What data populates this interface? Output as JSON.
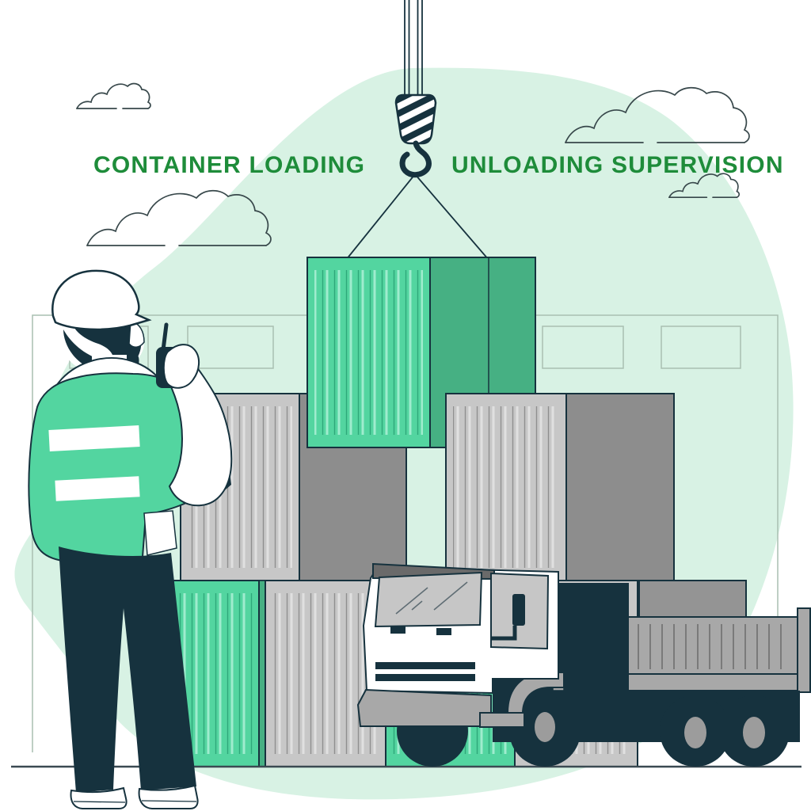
{
  "title": {
    "left": "CONTAINER LOADING",
    "right": "UNLOADING SUPERVISION"
  },
  "palette": {
    "bg": "#ffffff",
    "blob": "#d8f2e4",
    "title": "#1e8c3a",
    "ink": "#16323e",
    "green_bright": "#53d5a0",
    "green_dark": "#46b083",
    "gray_light": "#c7c7c7",
    "gray_mid": "#8d8d8d",
    "gray_bed": "#a8a8a8",
    "gray_box": "#949494",
    "gray_window": "#c6c6c6",
    "wall_line": "#a9bfb1"
  },
  "scene": {
    "type": "flat vector illustration",
    "subject": "container loading and unloading supervision at a freight yard",
    "background_blob": "large light-green organic shape",
    "clouds": [
      "small cloud top-left",
      "large cloud left",
      "large cloud top-right",
      "small cloud right"
    ],
    "building": "outlined warehouse wall with four outlined windows",
    "crane": {
      "cables": "four vertical cables from top edge",
      "hook_block": "white pulley block with diagonal black stripes",
      "hook": "dark crane hook",
      "slings": "two cables down to lifted container"
    },
    "containers": {
      "hanging": "green container lifted by crane hook",
      "middle_row": [
        "gray ribbed container left",
        "gray ribbed container right"
      ],
      "bottom_row": [
        "green ribbed container",
        "gray ribbed container",
        "green ribbed container behind truck",
        "gray ribbed container behind truck"
      ]
    },
    "truck": {
      "cab": "white cab with gray windshield and side window",
      "grille": "two dark stripes",
      "bed": "gray ribbed dump bed with end post",
      "cargo_box": "gray box behind cab",
      "wheels": 4
    },
    "worker": {
      "role": "supervisor seen from behind",
      "helmet": "white hard hat",
      "vest": "green safety vest with two white reflective stripes",
      "device": "dark walkie-talkie held up in right hand",
      "pants": "dark trousers",
      "shoes": "white shoes"
    },
    "ground": "single horizontal ground line"
  }
}
